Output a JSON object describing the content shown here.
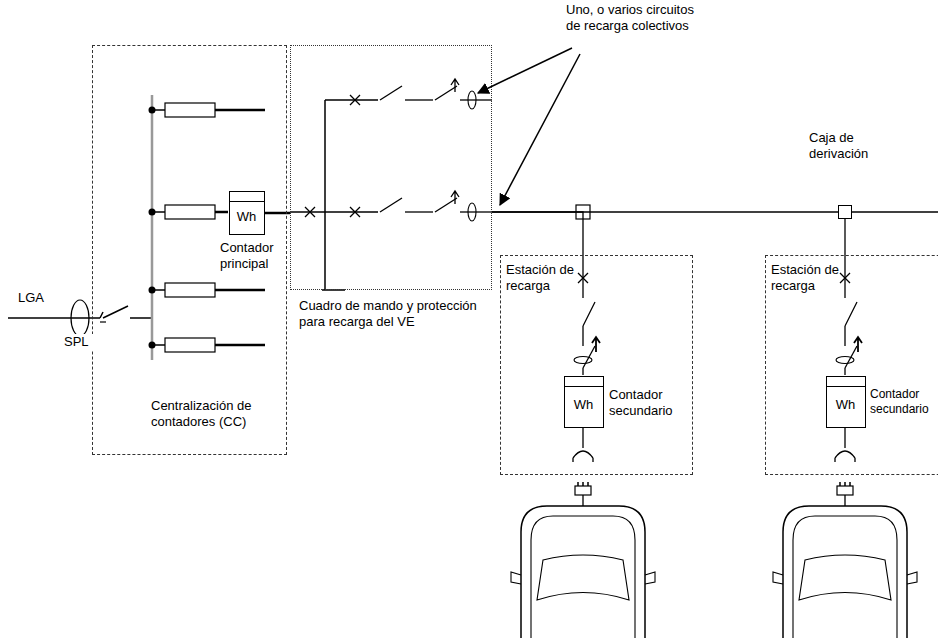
{
  "diagram": {
    "nodes": [
      {
        "text": [
          "Centralización de contadores (CC)"
        ]
      },
      {
        "text": [
          "Wh",
          "Contador principal"
        ],
        "in": 0
      },
      {
        "text": [
          "Cuadro de mando y protección para recarga del VE"
        ]
      },
      {
        "text": [
          "Estación de recarga"
        ]
      },
      {
        "text": [
          "Wh",
          "Contador secundario"
        ],
        "in": 3
      },
      {
        "text": [
          "Estación de recarga"
        ]
      },
      {
        "text": [
          "Wh",
          "Contador secundario"
        ],
        "in": 5
      },
      {
        "text": [
          "Caja de derivación"
        ]
      }
    ],
    "edges": [
      {
        "from": 1,
        "to": 2,
        "arrow": "none"
      },
      {
        "from": 2,
        "to": 7,
        "arrow": "none"
      },
      {
        "from": 7,
        "to": 5,
        "arrow": "none"
      },
      {
        "from": 2,
        "to": 3,
        "arrow": "none"
      }
    ],
    "labels": [
      "LGA",
      "SPL",
      "Uno, o varios circuitos de recarga colectivos"
    ]
  }
}
